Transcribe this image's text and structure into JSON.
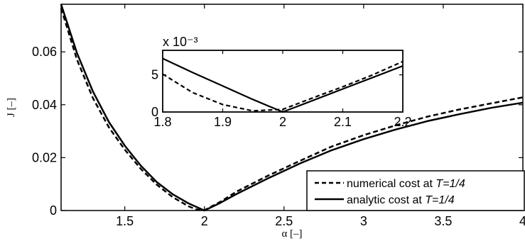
{
  "chart_data": [
    {
      "type": "line",
      "xlabel": "α [–]",
      "ylabel": "J [–]",
      "xlim": [
        1.1,
        4.0
      ],
      "ylim": [
        0,
        0.078
      ],
      "xticks": [
        1.5,
        2,
        2.5,
        3,
        3.5,
        4
      ],
      "xtick_labels": [
        "1.5",
        "2",
        "2.5",
        "3",
        "3.5",
        "4"
      ],
      "yticks": [
        0,
        0.02,
        0.04,
        0.06
      ],
      "ytick_labels": [
        "0",
        "0.02",
        "0.04",
        "0.06"
      ],
      "grid": false,
      "legend_position": "bottom-right",
      "series": [
        {
          "name": "numerical cost  at  T=1/4",
          "line_style": "dashed",
          "color": "#000000",
          "x": [
            1.1,
            1.2,
            1.3,
            1.4,
            1.5,
            1.6,
            1.7,
            1.8,
            1.9,
            1.95,
            2.0,
            2.1,
            2.2,
            2.4,
            2.6,
            2.8,
            3.0,
            3.2,
            3.4,
            3.6,
            3.8,
            4.0
          ],
          "y": [
            0.0765,
            0.057,
            0.0425,
            0.0315,
            0.023,
            0.0158,
            0.0098,
            0.0051,
            0.0016,
            0.0004,
            0.0001,
            0.0033,
            0.0071,
            0.0132,
            0.0188,
            0.0242,
            0.0285,
            0.0322,
            0.0355,
            0.0382,
            0.0405,
            0.0428
          ]
        },
        {
          "name": "analytic cost  at  T=1/4",
          "line_style": "solid",
          "color": "#000000",
          "x": [
            1.1,
            1.2,
            1.3,
            1.4,
            1.5,
            1.6,
            1.7,
            1.8,
            1.9,
            2.0,
            2.1,
            2.2,
            2.4,
            2.6,
            2.8,
            3.0,
            3.2,
            3.4,
            3.6,
            3.8,
            4.0
          ],
          "y": [
            0.078,
            0.0595,
            0.045,
            0.0335,
            0.0245,
            0.017,
            0.0108,
            0.0062,
            0.0027,
            0.0,
            0.0029,
            0.0062,
            0.0122,
            0.0178,
            0.0228,
            0.027,
            0.0306,
            0.0338,
            0.0364,
            0.0388,
            0.0408
          ]
        }
      ]
    },
    {
      "type": "line",
      "title": "x 10⁻³",
      "xlim": [
        1.8,
        2.2
      ],
      "ylim": [
        0,
        8.3
      ],
      "xticks": [
        1.8,
        1.9,
        2,
        2.1,
        2.2
      ],
      "xtick_labels": [
        "1.8",
        "1.9",
        "2",
        "2.1",
        "2.2"
      ],
      "yticks": [
        0,
        5
      ],
      "ytick_labels": [
        "0",
        "5"
      ],
      "grid": false,
      "series": [
        {
          "line_style": "dashed",
          "color": "#000000",
          "x": [
            1.8,
            1.85,
            1.9,
            1.95,
            2.0,
            2.05,
            2.1,
            2.15,
            2.2
          ],
          "y": [
            5.1,
            2.6,
            1.0,
            0.15,
            0.35,
            1.9,
            3.4,
            5.0,
            6.8
          ]
        },
        {
          "line_style": "solid",
          "color": "#000000",
          "x": [
            1.8,
            1.85,
            1.9,
            1.95,
            2.0,
            2.05,
            2.1,
            2.15,
            2.2
          ],
          "y": [
            7.2,
            5.3,
            3.5,
            1.7,
            0.0,
            1.55,
            3.1,
            4.65,
            6.2
          ]
        }
      ]
    }
  ],
  "legend": {
    "entries": [
      {
        "label": "numerical cost  at  ",
        "var": "T=1/4",
        "line_style": "dashed"
      },
      {
        "label": "analytic cost  at  ",
        "var": "T=1/4",
        "line_style": "solid"
      }
    ]
  }
}
